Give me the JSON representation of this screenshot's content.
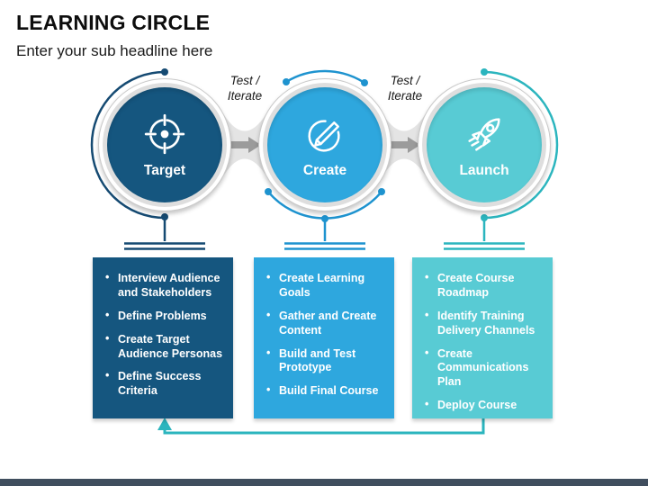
{
  "slide": {
    "title": "LEARNING CIRCLE",
    "subtitle": "Enter your sub headline here"
  },
  "stages": [
    {
      "label": "Target",
      "icon": "target-icon",
      "bullets": [
        "Interview Audience and Stakeholders",
        "Define Problems",
        "Create Target Audience Personas",
        "Define Success Criteria"
      ]
    },
    {
      "label": "Create",
      "icon": "pencil-icon",
      "bullets": [
        "Create Learning Goals",
        "Gather and Create Content",
        "Build and Test Prototype",
        "Build Final Course"
      ]
    },
    {
      "label": "Launch",
      "icon": "rocket-icon",
      "bullets": [
        "Create Course Roadmap",
        "Identify Training Delivery Channels",
        "Create Communications Plan",
        "Deploy Course"
      ]
    }
  ],
  "transitions": [
    {
      "line1": "Test /",
      "line2": "Iterate"
    },
    {
      "line1": "Test /",
      "line2": "Iterate"
    }
  ],
  "colors": {
    "navy": "#15567F",
    "blue": "#2EA7DE",
    "teal": "#58CBD4",
    "navy_line": "#154A72",
    "blue_line": "#1E93CF",
    "teal_line": "#2BB5BE",
    "arrow_gray": "#9B9B9B",
    "footer_bar": "#404E5E"
  }
}
